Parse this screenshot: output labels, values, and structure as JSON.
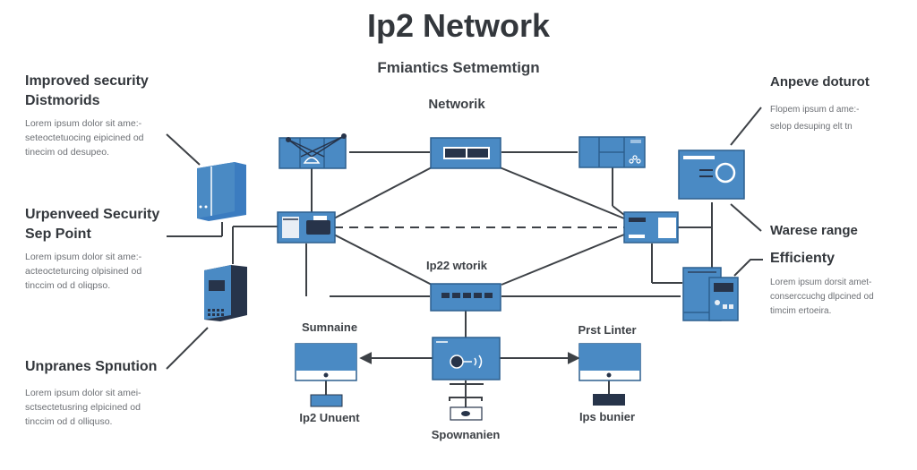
{
  "title": "Ip2 Network",
  "subtitle": "Fmiantics Setmemtign",
  "network_label": "Networik",
  "center_label": "Ip22 wtorik",
  "left_panels": [
    {
      "heading_line1": "Improved  security",
      "heading_line2": "Distmorids",
      "body": [
        "Lorem ipsum dolor sit ame:-",
        "seteoctetuocing eipicined od",
        "tinecim od desupeo."
      ]
    },
    {
      "heading_line1": "Urpenveed Security",
      "heading_line2": "Sep Point",
      "body": [
        "Lorem ipsum dolor sit ame:-",
        "acteocteturcing olpisined od",
        "tinccim od d oliqpso."
      ]
    },
    {
      "heading_line1": "Unpranes Spпution",
      "heading_line2": "",
      "body": [
        "Lorem ipsum dolor sit amei-",
        "sctsectetusring elpicined od",
        "tinccim od d olliquso."
      ]
    }
  ],
  "right_panels": [
    {
      "heading": "Anpeve doturot",
      "body": [
        "Flopem ipsum d ame:-",
        "selop desuping elt tn"
      ]
    },
    {
      "heading": "Warese range",
      "body": []
    },
    {
      "heading": "Efficienty",
      "body": [
        "Lorem ipsum dorsit amet-",
        "conserccuchg dlpcined  od",
        "timcim ertoeira."
      ]
    }
  ],
  "devices": {
    "left_client_top": "Sumnaine",
    "left_client_bottom": "Ip2 Unuent",
    "right_client_top": "Prst Linter",
    "right_client_bottom": "Ips bunier",
    "center_bottom": "Spownanien"
  },
  "colors": {
    "device_blue": "#4a8ac4",
    "device_outline": "#2c5f8e",
    "dark_navy": "#27344a",
    "line": "#3d4146"
  }
}
